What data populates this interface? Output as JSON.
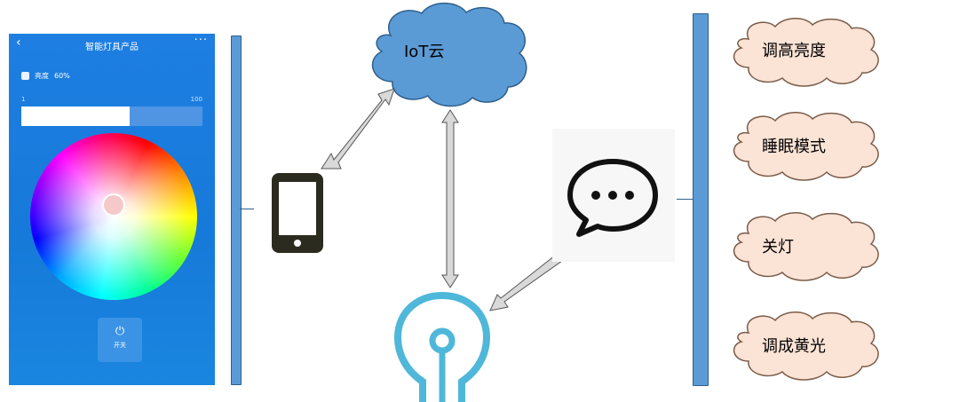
{
  "app": {
    "title": "智能灯具产品",
    "back": "‹",
    "more": "···",
    "brightness_label": "亮度",
    "brightness_value": "60%",
    "brightness_fraction": 0.6,
    "range_min": "1",
    "range_max": "100",
    "power_label": "开关",
    "power_icon": "⏻"
  },
  "cloud": {
    "label": "IoT云"
  },
  "commands": [
    "调高亮度",
    "睡眠模式",
    "关灯",
    "调成黄光"
  ],
  "colors": {
    "bracket": "#5b9bd5",
    "cloud_fill": "#5b9bd5",
    "command_cloud_fill": "#fbe3d6",
    "arrow_fill": "#d9d9d9",
    "bulb": "#4fb7d9",
    "phone_outline": "#2b2b1f"
  },
  "icons": {
    "phone": "smartphone-icon",
    "chat": "speech-bubble-icon",
    "bulb": "lightbulb-icon"
  }
}
